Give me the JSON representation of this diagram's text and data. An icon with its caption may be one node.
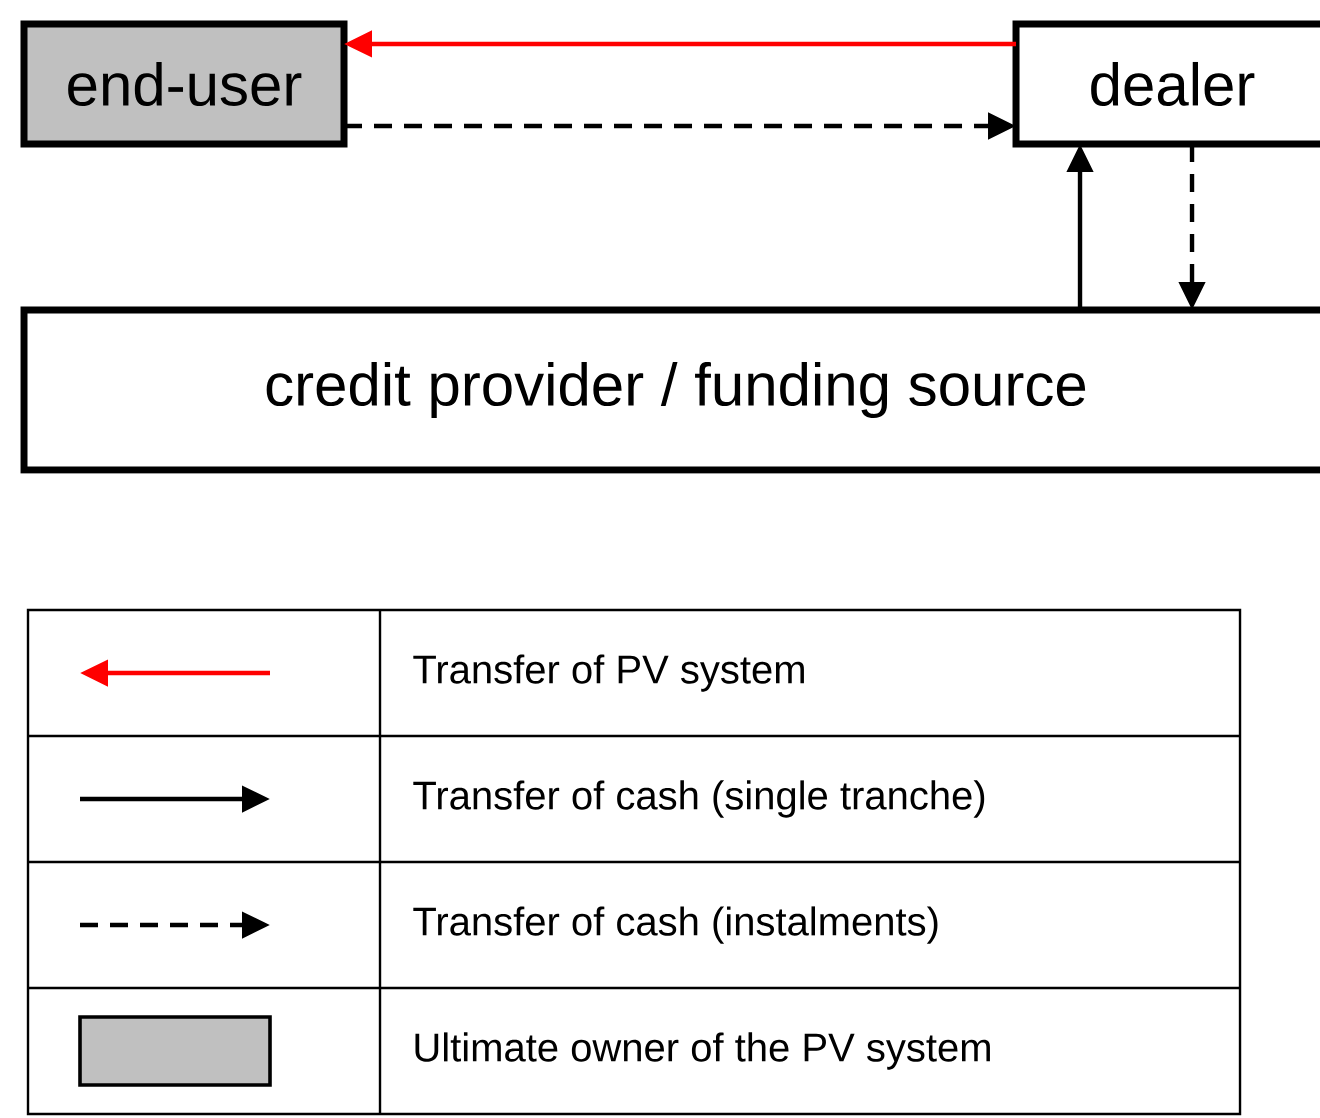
{
  "diagram": {
    "nodes": [
      {
        "text": [
          "end-user"
        ]
      },
      {
        "text": [
          "dealer"
        ]
      },
      {
        "text": [
          "credit provider / funding source"
        ]
      }
    ],
    "edges": [
      {
        "from": 1,
        "to": 0,
        "arrow": "to",
        "color": "#ff0000"
      },
      {
        "from": 0,
        "to": 1,
        "arrow": "to",
        "style": "dashed"
      },
      {
        "from": 2,
        "to": 1,
        "arrow": "to"
      },
      {
        "from": 1,
        "to": 2,
        "arrow": "to",
        "style": "dashed"
      }
    ],
    "legend": [
      {
        "text": "Transfer of PV system"
      },
      {
        "text": "Transfer of cash (single tranche)"
      },
      {
        "text": "Transfer of cash (instalments)"
      },
      {
        "text": "Ultimate owner of the PV system",
        "color": "#c0c0c0"
      }
    ]
  }
}
